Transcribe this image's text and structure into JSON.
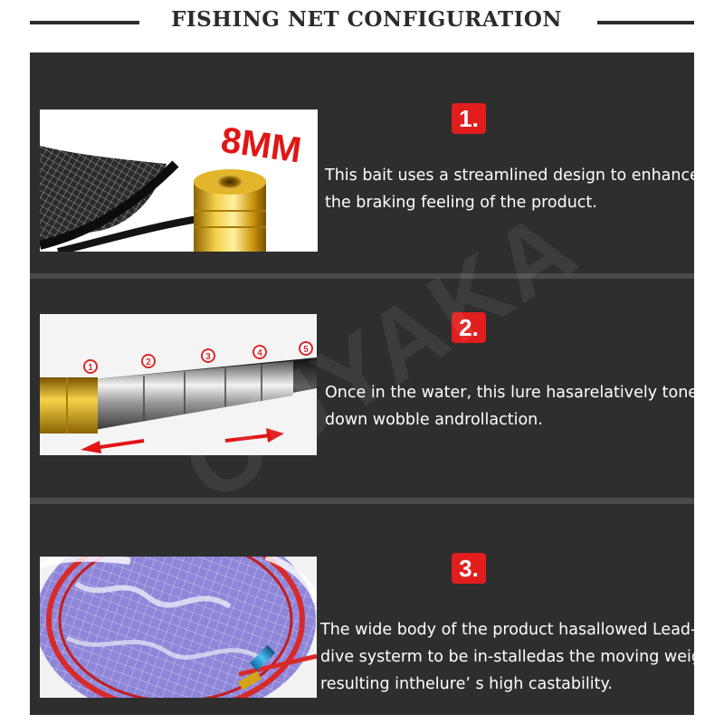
{
  "header": {
    "title": "FISHING NET CONFIGURATION"
  },
  "watermark": {
    "text": "OUYAKA"
  },
  "sections": [
    {
      "number": "1.",
      "image_label": "8MM",
      "lines": [
        "This bait uses a streamlined design to enhance",
        " the braking feeling of the product."
      ]
    },
    {
      "number": "2.",
      "segment_labels": [
        "1",
        "2",
        "3",
        "4",
        "5"
      ],
      "lines": [
        "Once in the water, this lure hasarelatively toned",
        "down wobble androllaction."
      ]
    },
    {
      "number": "3.",
      "lines": [
        "The wide body of the product hasallowed Lead-",
        "dive systerm to be in-stalledas the moving weight",
        "resulting inthelure’ s high castability."
      ]
    }
  ],
  "colors": {
    "badge_red": "#e11d1d",
    "panel_dark": "#2e2e2e",
    "gold": "#d4a417",
    "net_red": "#d92a2a",
    "net_purple": "#8e86d8"
  }
}
